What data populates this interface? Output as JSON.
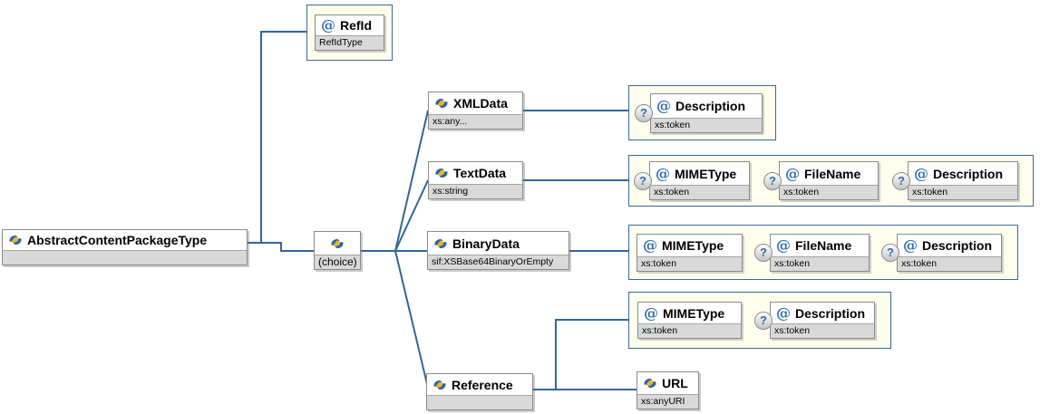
{
  "nodes": {
    "root": {
      "label": "AbstractContentPackageType"
    },
    "ref_id": {
      "name": "RefId",
      "type": "RefIdType"
    },
    "choice": {
      "label": "(choice)"
    },
    "xml_data": {
      "name": "XMLData",
      "type": "xs:any..."
    },
    "text_data": {
      "name": "TextData",
      "type": "xs:string"
    },
    "binary_data": {
      "name": "BinaryData",
      "type": "sif:XSBase64BinaryOrEmpty"
    },
    "reference": {
      "name": "Reference",
      "type": ""
    },
    "url": {
      "name": "URL",
      "type": "xs:anyURI"
    }
  },
  "attribute_panels": {
    "xml_data": [
      {
        "name": "Description",
        "type": "xs:token",
        "optional": true
      }
    ],
    "text_data": [
      {
        "name": "MIMEType",
        "type": "xs:token",
        "optional": true
      },
      {
        "name": "FileName",
        "type": "xs:token",
        "optional": true
      },
      {
        "name": "Description",
        "type": "xs:token",
        "optional": true
      }
    ],
    "binary_data": [
      {
        "name": "MIMEType",
        "type": "xs:token",
        "optional": false
      },
      {
        "name": "FileName",
        "type": "xs:token",
        "optional": true
      },
      {
        "name": "Description",
        "type": "xs:token",
        "optional": true
      }
    ],
    "reference": [
      {
        "name": "MIMEType",
        "type": "xs:token",
        "optional": false
      },
      {
        "name": "Description",
        "type": "xs:token",
        "optional": true
      }
    ]
  },
  "glyphs": {
    "attribute_marker": "@",
    "optional_marker": "?"
  },
  "colors": {
    "connector": "#31669c",
    "panel_fill": "#fffdec",
    "panel_border": "#38699c",
    "node_border": "#8a8a8a",
    "type_strip": "#d9d9d9",
    "marker_blue": "#2d6cab",
    "icon_yellow": "#f0b70b",
    "icon_blue": "#2b62ae"
  }
}
